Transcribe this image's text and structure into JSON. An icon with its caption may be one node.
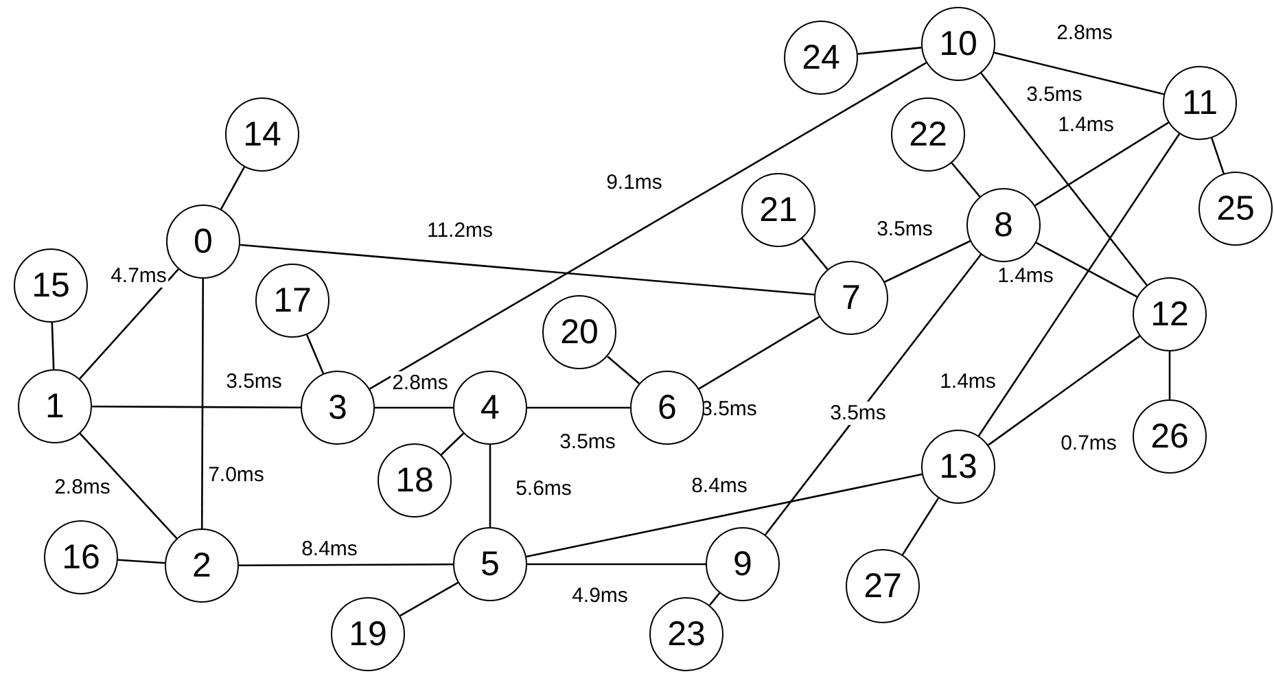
{
  "diagram": {
    "nodes": [
      {
        "text": [
          "0"
        ]
      },
      {
        "text": [
          "1"
        ]
      },
      {
        "text": [
          "2"
        ]
      },
      {
        "text": [
          "3"
        ]
      },
      {
        "text": [
          "4"
        ]
      },
      {
        "text": [
          "5"
        ]
      },
      {
        "text": [
          "6"
        ]
      },
      {
        "text": [
          "7"
        ]
      },
      {
        "text": [
          "8"
        ]
      },
      {
        "text": [
          "9"
        ]
      },
      {
        "text": [
          "10"
        ]
      },
      {
        "text": [
          "11"
        ]
      },
      {
        "text": [
          "12"
        ]
      },
      {
        "text": [
          "13"
        ]
      },
      {
        "text": [
          "14"
        ]
      },
      {
        "text": [
          "15"
        ]
      },
      {
        "text": [
          "16"
        ]
      },
      {
        "text": [
          "17"
        ]
      },
      {
        "text": [
          "18"
        ]
      },
      {
        "text": [
          "19"
        ]
      },
      {
        "text": [
          "20"
        ]
      },
      {
        "text": [
          "21"
        ]
      },
      {
        "text": [
          "22"
        ]
      },
      {
        "text": [
          "23"
        ]
      },
      {
        "text": [
          "24"
        ]
      },
      {
        "text": [
          "25"
        ]
      },
      {
        "text": [
          "26"
        ]
      },
      {
        "text": [
          "27"
        ]
      }
    ],
    "edges": [
      {
        "from": 0,
        "to": 14,
        "arrow": "none"
      },
      {
        "from": 0,
        "to": 1,
        "arrow": "none",
        "label": "4.7ms"
      },
      {
        "from": 0,
        "to": 2,
        "arrow": "none",
        "label": "7.0ms"
      },
      {
        "from": 0,
        "to": 7,
        "arrow": "none",
        "label": "11.2ms"
      },
      {
        "from": 1,
        "to": 15,
        "arrow": "none"
      },
      {
        "from": 1,
        "to": 3,
        "arrow": "none",
        "label": "3.5ms"
      },
      {
        "from": 1,
        "to": 2,
        "arrow": "none",
        "label": "2.8ms"
      },
      {
        "from": 2,
        "to": 16,
        "arrow": "none"
      },
      {
        "from": 2,
        "to": 5,
        "arrow": "none",
        "label": "8.4ms"
      },
      {
        "from": 3,
        "to": 17,
        "arrow": "none"
      },
      {
        "from": 3,
        "to": 4,
        "arrow": "none",
        "label": "2.8ms"
      },
      {
        "from": 3,
        "to": 10,
        "arrow": "none",
        "label": "9.1ms"
      },
      {
        "from": 4,
        "to": 18,
        "arrow": "none"
      },
      {
        "from": 4,
        "to": 6,
        "arrow": "none",
        "label": "3.5ms"
      },
      {
        "from": 4,
        "to": 5,
        "arrow": "none",
        "label": "5.6ms"
      },
      {
        "from": 5,
        "to": 19,
        "arrow": "none"
      },
      {
        "from": 5,
        "to": 9,
        "arrow": "none",
        "label": "4.9ms"
      },
      {
        "from": 5,
        "to": 13,
        "arrow": "none",
        "label": "8.4ms"
      },
      {
        "from": 6,
        "to": 20,
        "arrow": "none"
      },
      {
        "from": 6,
        "to": 7,
        "arrow": "none",
        "label": "3.5ms"
      },
      {
        "from": 7,
        "to": 21,
        "arrow": "none"
      },
      {
        "from": 7,
        "to": 8,
        "arrow": "none",
        "label": "3.5ms"
      },
      {
        "from": 8,
        "to": 22,
        "arrow": "none"
      },
      {
        "from": 8,
        "to": 11,
        "arrow": "none",
        "label": "1.4ms"
      },
      {
        "from": 8,
        "to": 12,
        "arrow": "none",
        "label": "1.4ms"
      },
      {
        "from": 8,
        "to": 9,
        "arrow": "none",
        "label": "3.5ms"
      },
      {
        "from": 9,
        "to": 23,
        "arrow": "none"
      },
      {
        "from": 10,
        "to": 24,
        "arrow": "none"
      },
      {
        "from": 10,
        "to": 11,
        "arrow": "none",
        "label": "2.8ms"
      },
      {
        "from": 10,
        "to": 12,
        "arrow": "none",
        "label": "3.5ms"
      },
      {
        "from": 11,
        "to": 25,
        "arrow": "none"
      },
      {
        "from": 11,
        "to": 13,
        "arrow": "none",
        "label": "1.4ms"
      },
      {
        "from": 12,
        "to": 26,
        "arrow": "none"
      },
      {
        "from": 12,
        "to": 13,
        "arrow": "none",
        "label": "0.7ms"
      },
      {
        "from": 13,
        "to": 27,
        "arrow": "none"
      }
    ]
  }
}
